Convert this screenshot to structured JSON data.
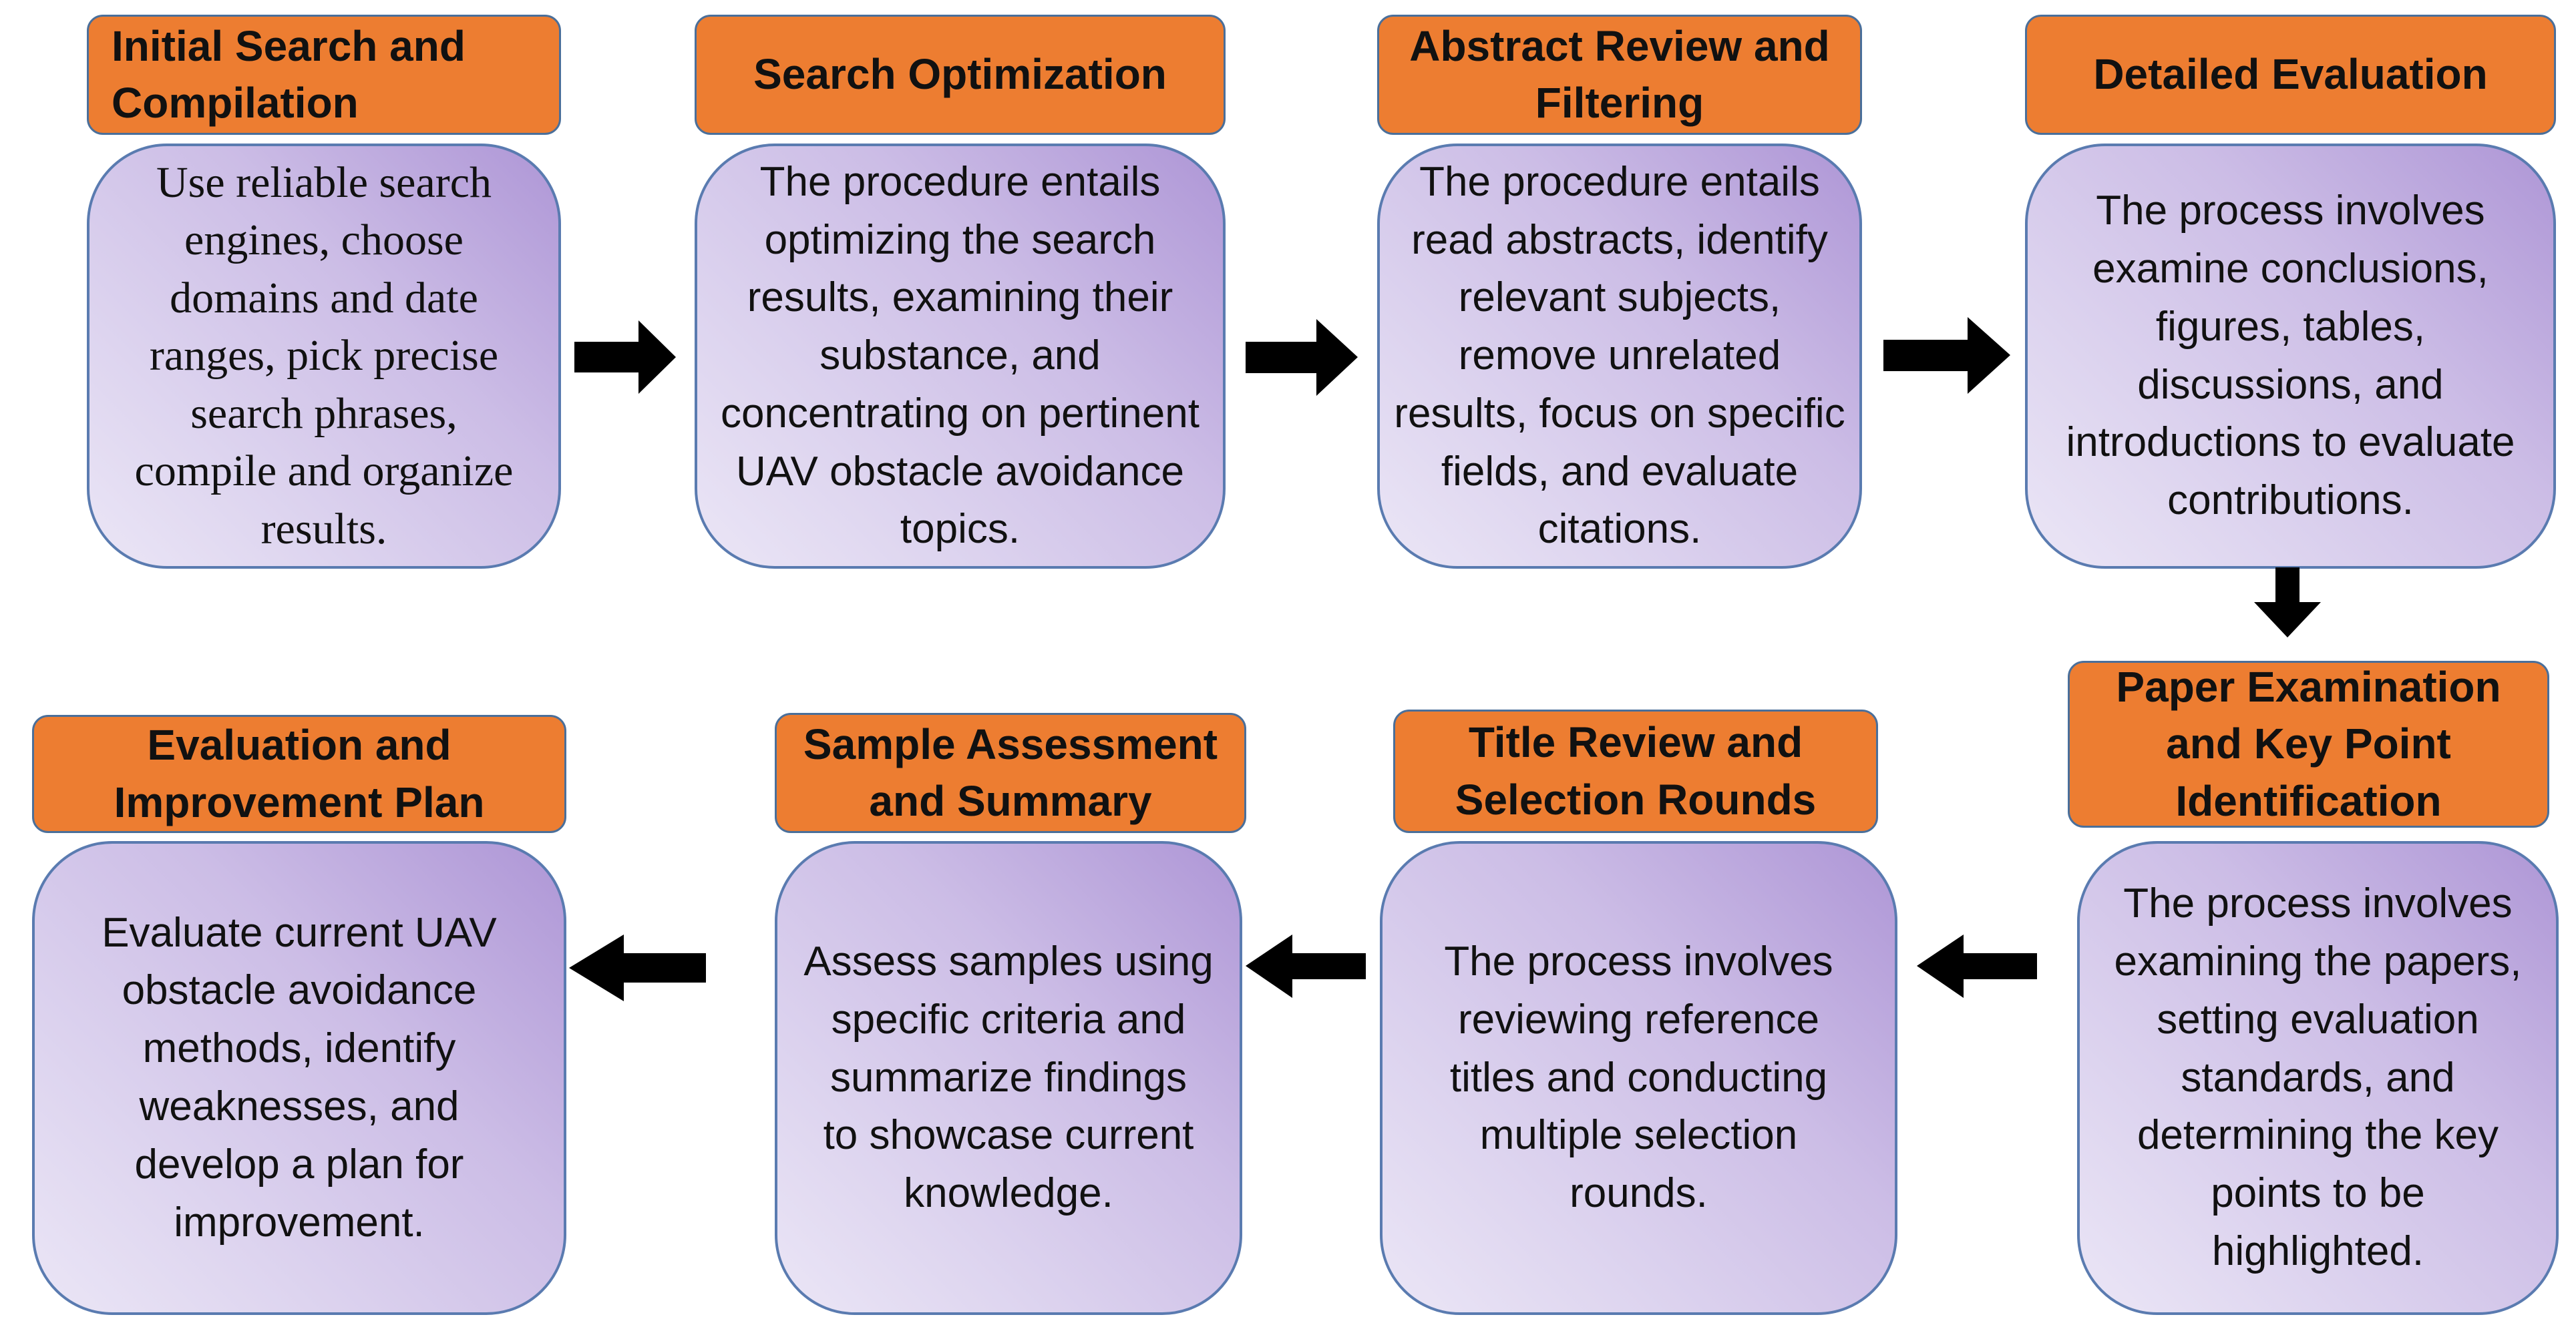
{
  "steps": [
    {
      "title": "Initial Search and\nCompilation",
      "text": "Use reliable search\nengines, choose\ndomains and date\nranges, pick precise\nsearch phrases,\ncompile and organize\nresults."
    },
    {
      "title": "Search Optimization",
      "text": "The procedure entails\noptimizing the search\nresults, examining their\nsubstance, and\nconcentrating on pertinent\nUAV obstacle avoidance\ntopics."
    },
    {
      "title": "Abstract Review and\nFiltering",
      "text": "The procedure entails\nread abstracts, identify\nrelevant subjects,\nremove unrelated\nresults, focus on specific\nfields, and evaluate\ncitations."
    },
    {
      "title": "Detailed Evaluation",
      "text": "The process involves\nexamine conclusions,\nfigures, tables,\ndiscussions, and\nintroductions to evaluate\ncontributions."
    },
    {
      "title": "Paper Examination\nand Key Point\nIdentification",
      "text": "The process involves\nexamining the papers,\nsetting evaluation\nstandards, and\ndetermining the key\npoints to be\nhighlighted."
    },
    {
      "title": "Title Review and\nSelection Rounds",
      "text": "The process involves\nreviewing reference\ntitles and conducting\nmultiple selection\nrounds."
    },
    {
      "title": "Sample Assessment\nand Summary",
      "text": "Assess samples using\nspecific criteria and\nsummarize findings\nto showcase current\nknowledge."
    },
    {
      "title": "Evaluation and\nImprovement Plan",
      "text": "Evaluate current UAV\nobstacle avoidance\nmethods, identify\nweaknesses, and\ndevelop a plan for\nimprovement."
    }
  ],
  "colors": {
    "header_fill": "#ed7d31",
    "header_border": "#4a6f9a",
    "box_gradient_dark": "#ae96d6",
    "box_gradient_light": "#ebe6f6",
    "box_border": "#5a7bb0",
    "arrow": "#000000"
  }
}
